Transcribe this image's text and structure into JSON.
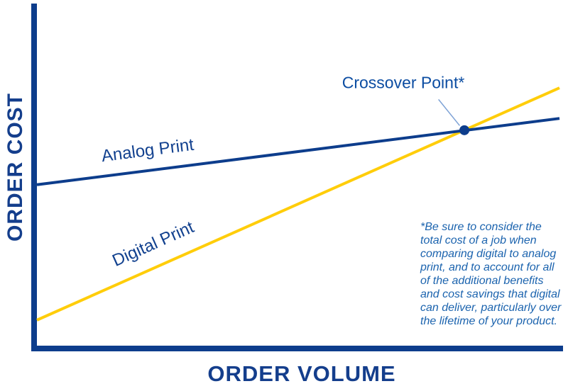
{
  "colors": {
    "navy": "#0D3D8C",
    "yellow": "#FFCD0A",
    "callout_blue": "#7FA3D6",
    "footnote_blue": "#1B63AE",
    "label_blue": "#0C4DA2",
    "series_label_blue": "#12418F",
    "axis_text": "#143E8C",
    "background": "#FFFFFF"
  },
  "chart_data": {
    "type": "line",
    "title": "",
    "xlabel": "ORDER VOLUME",
    "ylabel": "ORDER COST",
    "x_range": [
      0,
      10
    ],
    "y_range": [
      0,
      10
    ],
    "grid": false,
    "axis_ticks": "none",
    "legend_position": "inline-labels-on-lines",
    "series": [
      {
        "name": "Analog Print",
        "color": "#0D3D8C",
        "stroke_width": 4,
        "points": [
          [
            0,
            4.78
          ],
          [
            10,
            6.69
          ]
        ]
      },
      {
        "name": "Digital Print",
        "color": "#FFCD0A",
        "stroke_width": 4,
        "points": [
          [
            0,
            0.88
          ],
          [
            10,
            7.57
          ]
        ]
      }
    ],
    "annotations": [
      {
        "type": "point",
        "label": "Crossover Point*",
        "x": 8.18,
        "y": 6.35,
        "marker": "filled-circle",
        "marker_color": "#0D3D8C",
        "callout": "thin-line-from-label-to-point"
      }
    ],
    "footnote": "*Be sure to consider the\ntotal cost of a job when\ncomparing digital to analog\nprint, and to account for all\nof the additional benefits\nand cost savings that digital\ncan deliver, particularly over\nthe lifetime of your product."
  }
}
